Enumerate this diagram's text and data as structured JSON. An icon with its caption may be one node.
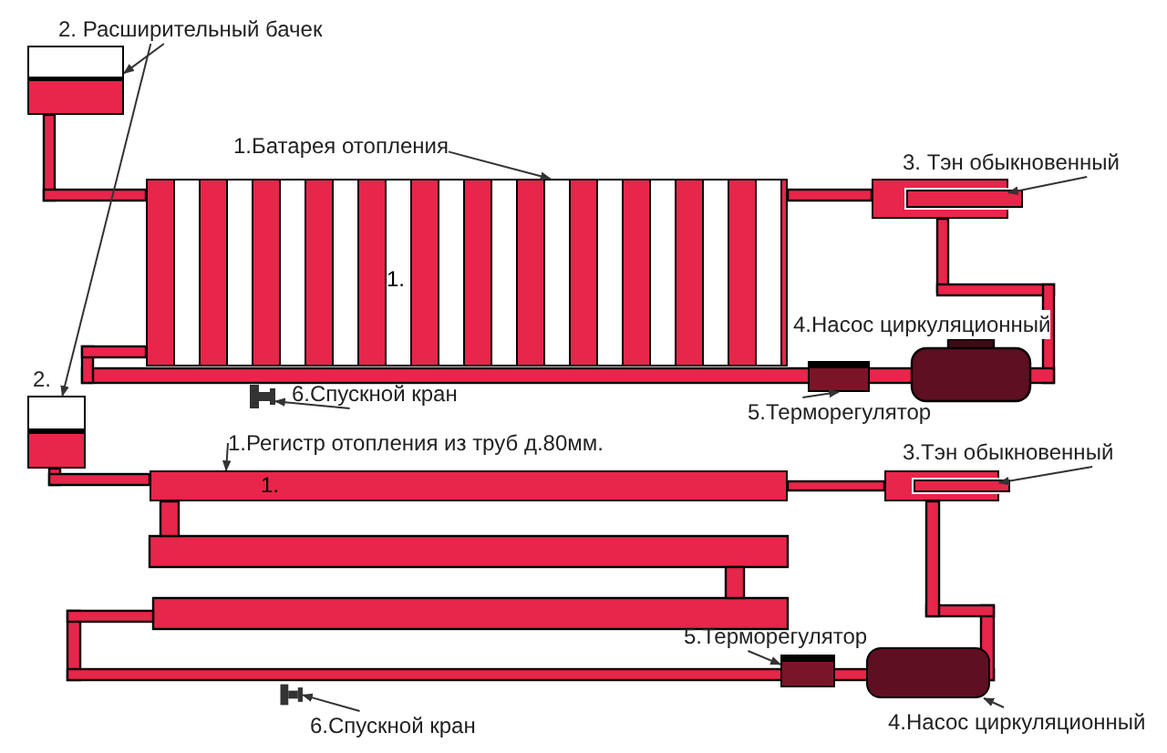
{
  "diagram": {
    "nodes": [
      {
        "text": [
          "2. Расширительный бачек"
        ]
      },
      {
        "text": [],
        "shape": "box"
      },
      {
        "text": [],
        "shape": "box",
        "beside": [
          "2."
        ]
      },
      {
        "text": [
          "1.Батарея отопления"
        ]
      },
      {
        "text": [
          "1."
        ]
      },
      {
        "text": [
          "3. Тэн обыкновенный"
        ]
      },
      {
        "text": [],
        "shape": "box"
      },
      {
        "text": [
          "5.Терморегулятор"
        ]
      },
      {
        "text": [],
        "shape": "box"
      },
      {
        "text": [
          "6.Спускной кран"
        ]
      },
      {
        "text": [],
        "shape": "picture"
      },
      {
        "text": [
          "1.Регистр отопления из труб д.80мм."
        ]
      },
      {
        "text": [
          "1."
        ]
      },
      {
        "text": [
          "3.Тэн обыкновенный"
        ]
      },
      {
        "text": [],
        "shape": "box"
      },
      {
        "text": [
          "5.Терморегулятор"
        ]
      },
      {
        "text": [],
        "shape": "box"
      },
      {
        "text": [
          "4.Насос циркуляционный"
        ]
      },
      {
        "text": [],
        "shape": "box"
      },
      {
        "text": [
          "6.Спускной кран"
        ]
      },
      {
        "text": [],
        "shape": "picture"
      }
    ],
    "edges": [
      {
        "from": 0,
        "to": 1,
        "arrow": "to"
      },
      {
        "from": 0,
        "to": 2,
        "arrow": "to"
      },
      {
        "from": 3,
        "to": 4,
        "arrow": "to"
      },
      {
        "from": 5,
        "to": 6,
        "arrow": "to"
      },
      {
        "from": 7,
        "to": 8,
        "arrow": "to"
      },
      {
        "from": 9,
        "to": 10,
        "arrow": "to"
      },
      {
        "from": 11,
        "to": 12,
        "arrow": "to"
      },
      {
        "from": 13,
        "to": 14,
        "arrow": "to"
      },
      {
        "from": 15,
        "to": 16,
        "arrow": "to"
      },
      {
        "from": 17,
        "to": 18,
        "arrow": "to"
      },
      {
        "from": 19,
        "to": 20,
        "arrow": "to"
      }
    ],
    "labels": [
      "4.Насос циркуляционный"
    ]
  }
}
